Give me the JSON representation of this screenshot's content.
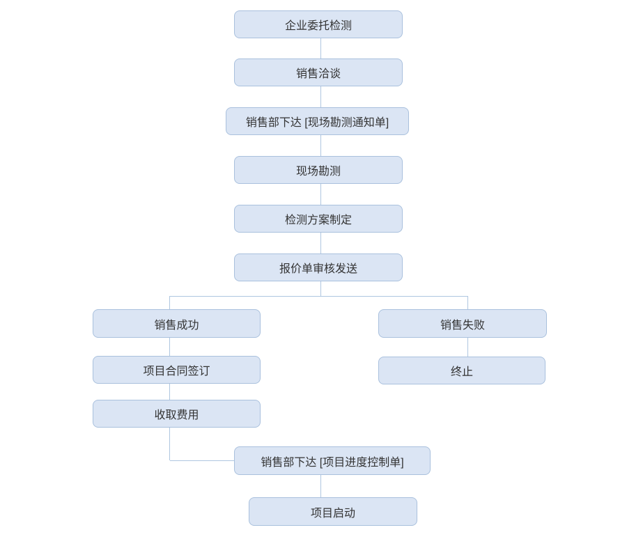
{
  "diagram": {
    "type": "flowchart",
    "background": "#ffffff",
    "colors": {
      "node_fill": "#dbe5f4",
      "node_border": "#a9c0dd",
      "connector": "#aec6e0",
      "text": "#333333"
    },
    "nodes": [
      {
        "label": "企业委托检测"
      },
      {
        "label": "销售洽谈"
      },
      {
        "label": "销售部下达 [现场勘测通知单]"
      },
      {
        "label": "现场勘测"
      },
      {
        "label": "检测方案制定"
      },
      {
        "label": "报价单审核发送"
      },
      {
        "label": "销售成功"
      },
      {
        "label": "销售失败"
      },
      {
        "label": "项目合同签订"
      },
      {
        "label": "终止"
      },
      {
        "label": "收取费用"
      },
      {
        "label": "销售部下达 [项目进度控制单]"
      },
      {
        "label": "项目启动"
      }
    ],
    "edges": [
      {
        "from": "企业委托检测",
        "to": "销售洽谈"
      },
      {
        "from": "销售洽谈",
        "to": "销售部下达 [现场勘测通知单]"
      },
      {
        "from": "销售部下达 [现场勘测通知单]",
        "to": "现场勘测"
      },
      {
        "from": "现场勘测",
        "to": "检测方案制定"
      },
      {
        "from": "检测方案制定",
        "to": "报价单审核发送"
      },
      {
        "from": "报价单审核发送",
        "to": "销售成功"
      },
      {
        "from": "报价单审核发送",
        "to": "销售失败"
      },
      {
        "from": "销售成功",
        "to": "项目合同签订"
      },
      {
        "from": "销售失败",
        "to": "终止"
      },
      {
        "from": "项目合同签订",
        "to": "收取费用"
      },
      {
        "from": "收取费用",
        "to": "销售部下达 [项目进度控制单]"
      },
      {
        "from": "销售部下达 [项目进度控制单]",
        "to": "项目启动"
      }
    ]
  }
}
